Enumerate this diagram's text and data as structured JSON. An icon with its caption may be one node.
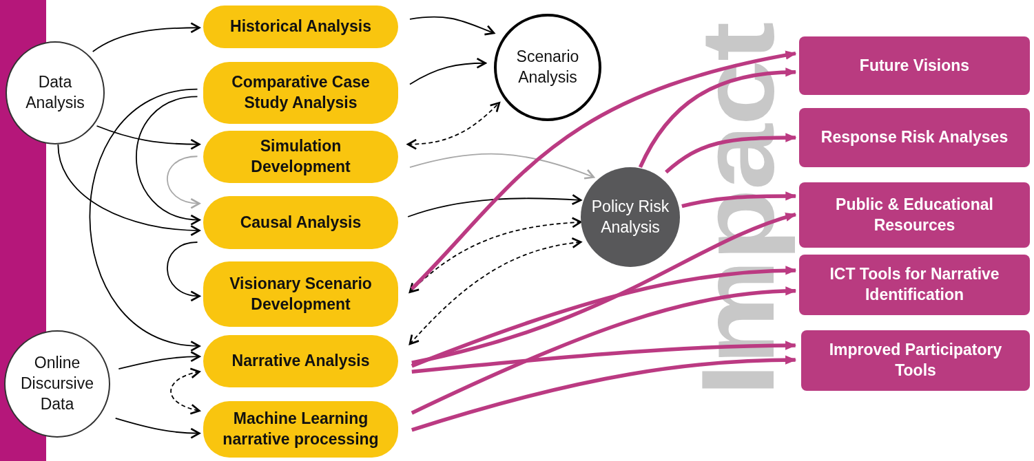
{
  "diagram": {
    "nodes": [
      {
        "text": [
          "Data Analysis"
        ]
      },
      {
        "text": [
          "Online Discursive Data"
        ]
      },
      {
        "text": [
          "Historical Analysis"
        ]
      },
      {
        "text": [
          "Comparative Case Study Analysis"
        ]
      },
      {
        "text": [
          "Simulation Development"
        ]
      },
      {
        "text": [
          "Causal Analysis"
        ]
      },
      {
        "text": [
          "Visionary Scenario Development"
        ]
      },
      {
        "text": [
          "Narrative Analysis"
        ]
      },
      {
        "text": [
          "Machine Learning narrative processing"
        ]
      },
      {
        "text": [
          "Scenario Analysis"
        ]
      },
      {
        "text": [
          "Policy Risk Analysis"
        ]
      },
      {
        "text": [
          "Future Visions"
        ]
      },
      {
        "text": [
          "Response Risk Analyses"
        ]
      },
      {
        "text": [
          "Public & Educational Resources"
        ]
      },
      {
        "text": [
          "ICT Tools for Narrative Identification"
        ]
      },
      {
        "text": [
          "Improved Participatory Tools"
        ]
      },
      {
        "text": [],
        "shape": "bar"
      }
    ],
    "edges": [
      {
        "from": 0,
        "to": 2,
        "arrow": "to"
      },
      {
        "from": 0,
        "to": 4,
        "arrow": "to"
      },
      {
        "from": 0,
        "to": 5,
        "arrow": "to"
      },
      {
        "from": 3,
        "to": 5,
        "arrow": "to"
      },
      {
        "from": 3,
        "to": 7,
        "arrow": "to"
      },
      {
        "from": 4,
        "to": 5,
        "arrow": "to",
        "color": "#a8a8a8"
      },
      {
        "from": 5,
        "to": 6,
        "arrow": "to"
      },
      {
        "from": 1,
        "to": 7,
        "arrow": "to"
      },
      {
        "from": 1,
        "to": 8,
        "arrow": "to"
      },
      {
        "from": 7,
        "to": 8,
        "arrow": "both",
        "style": "dashed"
      },
      {
        "from": 2,
        "to": 9,
        "arrow": "to"
      },
      {
        "from": 3,
        "to": 9,
        "arrow": "to"
      },
      {
        "from": 4,
        "to": 9,
        "arrow": "both",
        "style": "dashed"
      },
      {
        "from": 4,
        "to": 10,
        "arrow": "to",
        "color": "#a8a8a8"
      },
      {
        "from": 5,
        "to": 10,
        "arrow": "to"
      },
      {
        "from": 6,
        "to": 10,
        "arrow": "both",
        "style": "dashed"
      },
      {
        "from": 7,
        "to": 10,
        "arrow": "both",
        "style": "dashed"
      },
      {
        "from": 6,
        "to": 11,
        "arrow": "to",
        "style": "thick",
        "color": "#bb3a82"
      },
      {
        "from": 10,
        "to": 11,
        "arrow": "to",
        "style": "thick",
        "color": "#bb3a82"
      },
      {
        "from": 10,
        "to": 12,
        "arrow": "to",
        "style": "thick",
        "color": "#bb3a82"
      },
      {
        "from": 10,
        "to": 13,
        "arrow": "to",
        "style": "thick",
        "color": "#bb3a82"
      },
      {
        "from": 7,
        "to": 13,
        "arrow": "to",
        "style": "thick",
        "color": "#bb3a82"
      },
      {
        "from": 7,
        "to": 14,
        "arrow": "to",
        "style": "thick",
        "color": "#bb3a82"
      },
      {
        "from": 8,
        "to": 14,
        "arrow": "to",
        "style": "thick",
        "color": "#bb3a82"
      },
      {
        "from": 7,
        "to": 15,
        "arrow": "to",
        "style": "thick",
        "color": "#bb3a82"
      },
      {
        "from": 8,
        "to": 15,
        "arrow": "to",
        "style": "thick",
        "color": "#bb3a82"
      }
    ],
    "labels": [
      "Impact"
    ]
  }
}
